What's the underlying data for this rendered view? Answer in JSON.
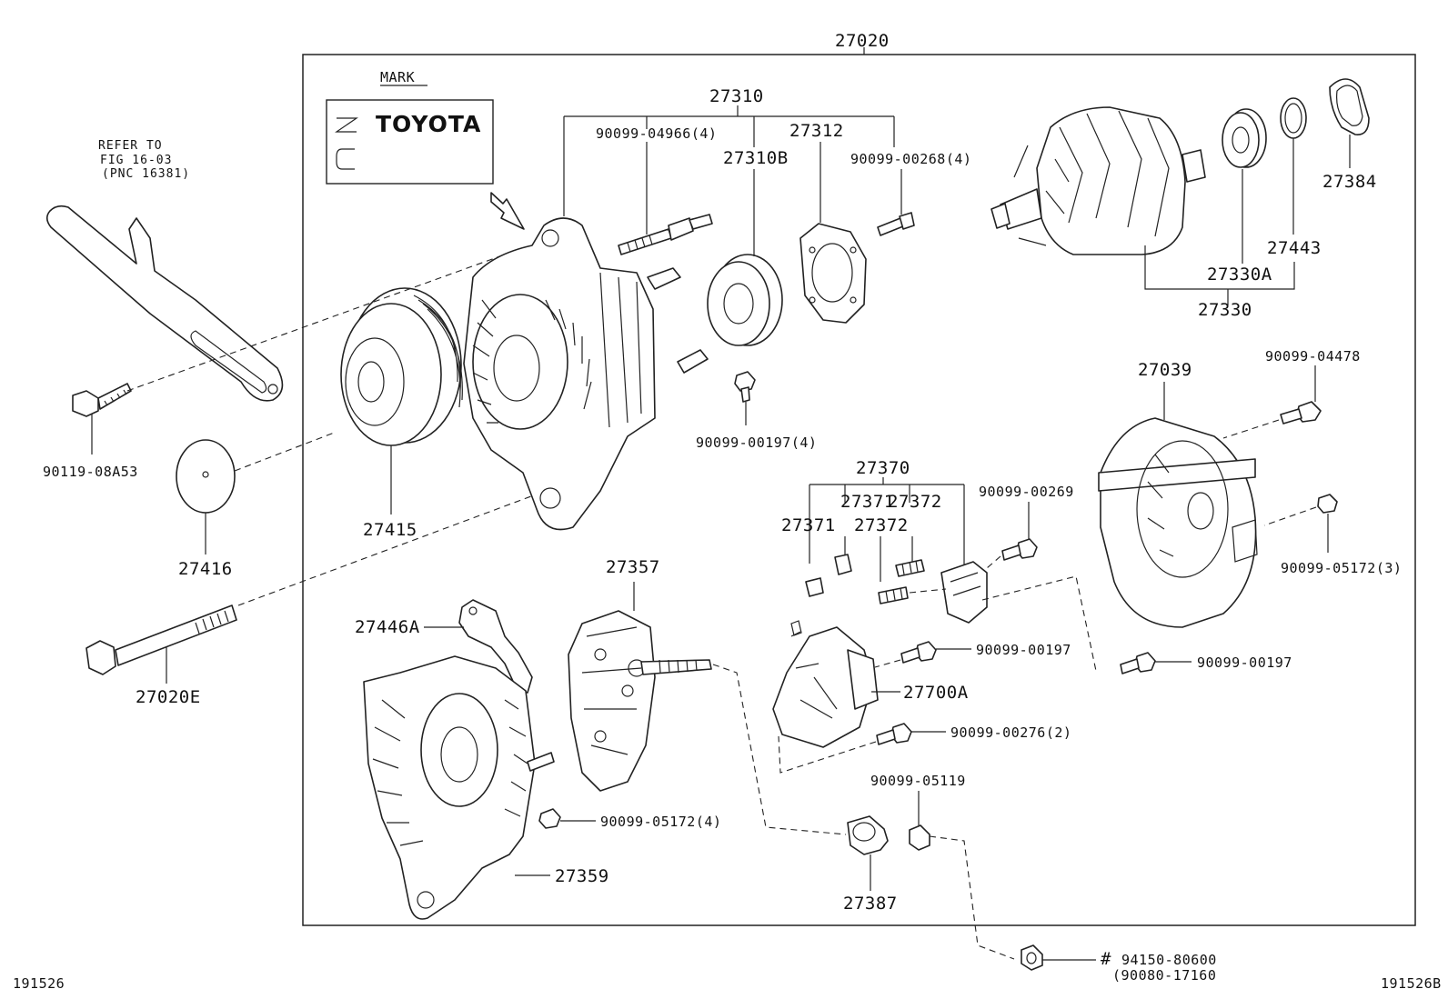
{
  "assembly_label": "27020",
  "mark": {
    "title": "MARK",
    "brand": "TOYOTA"
  },
  "refer_note": {
    "line1": "REFER TO",
    "line2": "FIG 16-03",
    "line3": "(PNC 16381)"
  },
  "parts": {
    "p27310": "27310",
    "p90099_04966": "90099-04966(4)",
    "p27310B": "27310B",
    "p27312": "27312",
    "p90099_00268": "90099-00268(4)",
    "p27384": "27384",
    "p27443": "27443",
    "p27330A": "27330A",
    "p27330": "27330",
    "p90099_04478": "90099-04478",
    "p27039": "27039",
    "p90099_05172_3": "90099-05172(3)",
    "p90099_00269": "90099-00269",
    "p27370": "27370",
    "p27371a": "27371",
    "p27371b": "27371",
    "p27372a": "27372",
    "p27372b": "27372",
    "p90099_00197_4": "90099-00197(4)",
    "p90119_08A53": "90119-08A53",
    "p27416": "27416",
    "p27415": "27415",
    "p27357": "27357",
    "p27446A": "27446A",
    "p27020E": "27020E",
    "p27700A": "27700A",
    "p90099_00197a": "90099-00197",
    "p90099_00197b": "90099-00197",
    "p90099_00276": "90099-00276(2)",
    "p90099_05119": "90099-05119",
    "p90099_05172_4": "90099-05172(4)",
    "p27359": "27359",
    "p27387": "27387",
    "p94150_80600": "94150-80600",
    "p90080_17160": "(90080-17160",
    "hash_mark": "#"
  },
  "footer": {
    "left_id": "191526",
    "right_id": "191526B"
  }
}
